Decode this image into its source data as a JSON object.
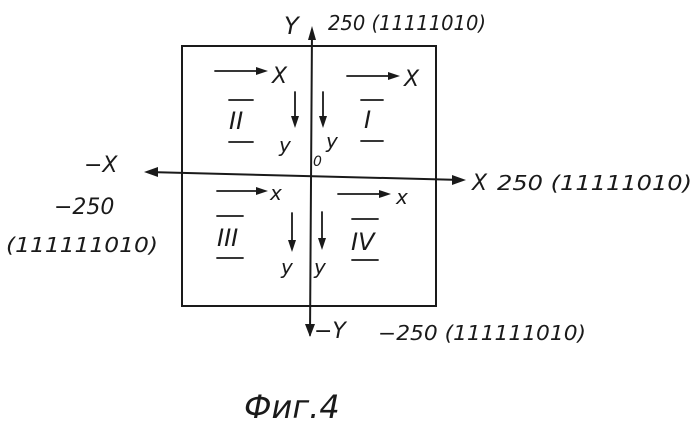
{
  "axes": {
    "y_top_label": "Y",
    "y_top_value": "250 (11111010)",
    "x_right_label": "X",
    "x_right_value": "250 (11111010)",
    "x_left_label": "−X",
    "x_left_value": "−250",
    "x_left_code": "(111111010)",
    "y_bottom_label": "−Y",
    "y_bottom_value": "−250 (111111010)",
    "origin": "0"
  },
  "quadrants": [
    {
      "numeral": "I",
      "x_label": "X",
      "y_label": "y"
    },
    {
      "numeral": "II",
      "x_label": "X",
      "y_label": "y"
    },
    {
      "numeral": "III",
      "x_label": "x",
      "y_label": "y"
    },
    {
      "numeral": "IV",
      "x_label": "x",
      "y_label": "y"
    }
  ],
  "caption": "Фиг.4"
}
